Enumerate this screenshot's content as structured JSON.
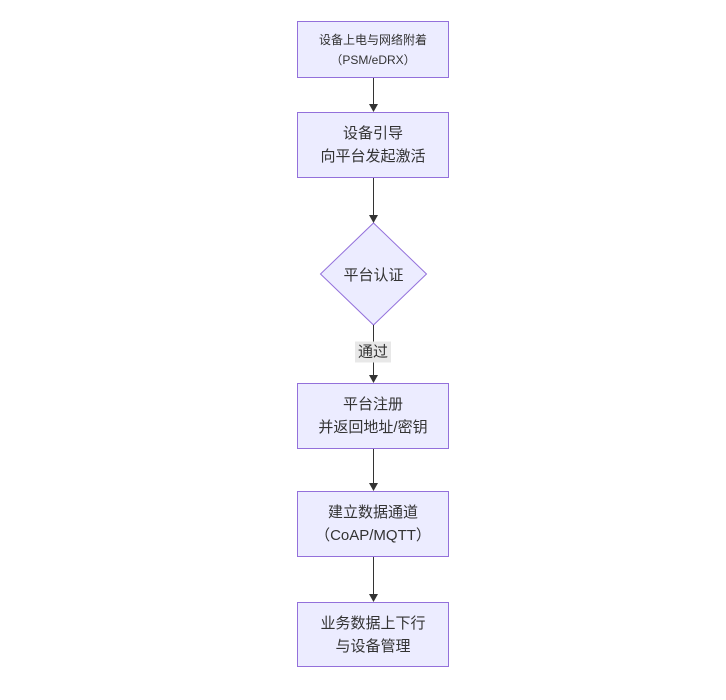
{
  "diagram": {
    "type": "flowchart",
    "direction": "top-down",
    "nodes": [
      {
        "shape": "rect",
        "lines": [
          "设备上电与网络附着",
          "（PSM/eDRX）"
        ]
      },
      {
        "shape": "rect",
        "lines": [
          "设备引导",
          "向平台发起激活"
        ]
      },
      {
        "shape": "diamond",
        "lines": [
          "平台认证"
        ]
      },
      {
        "shape": "rect",
        "lines": [
          "平台注册",
          "并返回地址/密钥"
        ]
      },
      {
        "shape": "rect",
        "lines": [
          "建立数据通道",
          "（CoAP/MQTT）"
        ]
      },
      {
        "shape": "rect",
        "lines": [
          "业务数据上下行",
          "与设备管理"
        ]
      }
    ],
    "edges": [
      {
        "from": 0,
        "to": 1,
        "label": ""
      },
      {
        "from": 1,
        "to": 2,
        "label": ""
      },
      {
        "from": 2,
        "to": 3,
        "label": "通过"
      },
      {
        "from": 3,
        "to": 4,
        "label": ""
      },
      {
        "from": 4,
        "to": 5,
        "label": ""
      }
    ],
    "edge_label_pass": "通过",
    "colors": {
      "node_fill": "#ECECFF",
      "node_border": "#9370DB",
      "node_text": "#333333",
      "edge_line": "#333333",
      "arrowhead": "#333333",
      "edge_label_bg": "#e8e8e8",
      "background": "#ffffff"
    }
  }
}
